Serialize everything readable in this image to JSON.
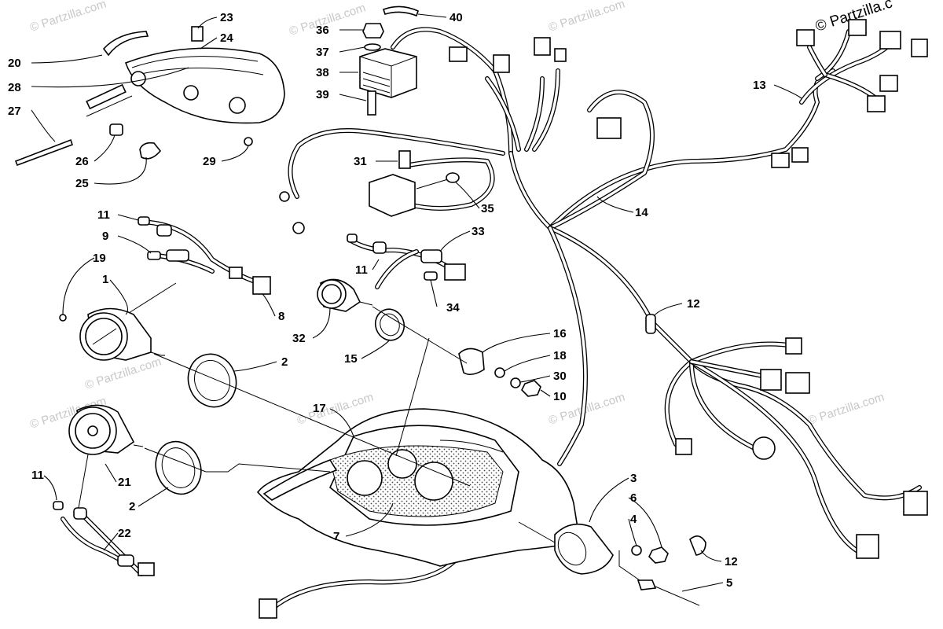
{
  "watermark": {
    "text": "© Partzilla.com",
    "corner_text": "© Partzilla.c"
  },
  "callouts": [
    {
      "id": "20",
      "label": "20"
    },
    {
      "id": "28",
      "label": "28"
    },
    {
      "id": "27",
      "label": "27"
    },
    {
      "id": "23",
      "label": "23"
    },
    {
      "id": "24",
      "label": "24"
    },
    {
      "id": "26",
      "label": "26"
    },
    {
      "id": "25",
      "label": "25"
    },
    {
      "id": "29",
      "label": "29"
    },
    {
      "id": "36",
      "label": "36"
    },
    {
      "id": "37",
      "label": "37"
    },
    {
      "id": "38",
      "label": "38"
    },
    {
      "id": "39",
      "label": "39"
    },
    {
      "id": "40",
      "label": "40"
    },
    {
      "id": "31",
      "label": "31"
    },
    {
      "id": "35",
      "label": "35"
    },
    {
      "id": "13",
      "label": "13"
    },
    {
      "id": "14",
      "label": "14"
    },
    {
      "id": "11a",
      "label": "11"
    },
    {
      "id": "9",
      "label": "9"
    },
    {
      "id": "19",
      "label": "19"
    },
    {
      "id": "1",
      "label": "1"
    },
    {
      "id": "8",
      "label": "8"
    },
    {
      "id": "33",
      "label": "33"
    },
    {
      "id": "11b",
      "label": "11"
    },
    {
      "id": "34",
      "label": "34"
    },
    {
      "id": "32",
      "label": "32"
    },
    {
      "id": "15",
      "label": "15"
    },
    {
      "id": "16",
      "label": "16"
    },
    {
      "id": "18",
      "label": "18"
    },
    {
      "id": "30",
      "label": "30"
    },
    {
      "id": "10",
      "label": "10"
    },
    {
      "id": "12a",
      "label": "12"
    },
    {
      "id": "2a",
      "label": "2"
    },
    {
      "id": "17",
      "label": "17"
    },
    {
      "id": "11c",
      "label": "11"
    },
    {
      "id": "21",
      "label": "21"
    },
    {
      "id": "2b",
      "label": "2"
    },
    {
      "id": "22",
      "label": "22"
    },
    {
      "id": "7",
      "label": "7"
    },
    {
      "id": "3",
      "label": "3"
    },
    {
      "id": "6",
      "label": "6"
    },
    {
      "id": "4",
      "label": "4"
    },
    {
      "id": "12b",
      "label": "12"
    },
    {
      "id": "5",
      "label": "5"
    }
  ]
}
